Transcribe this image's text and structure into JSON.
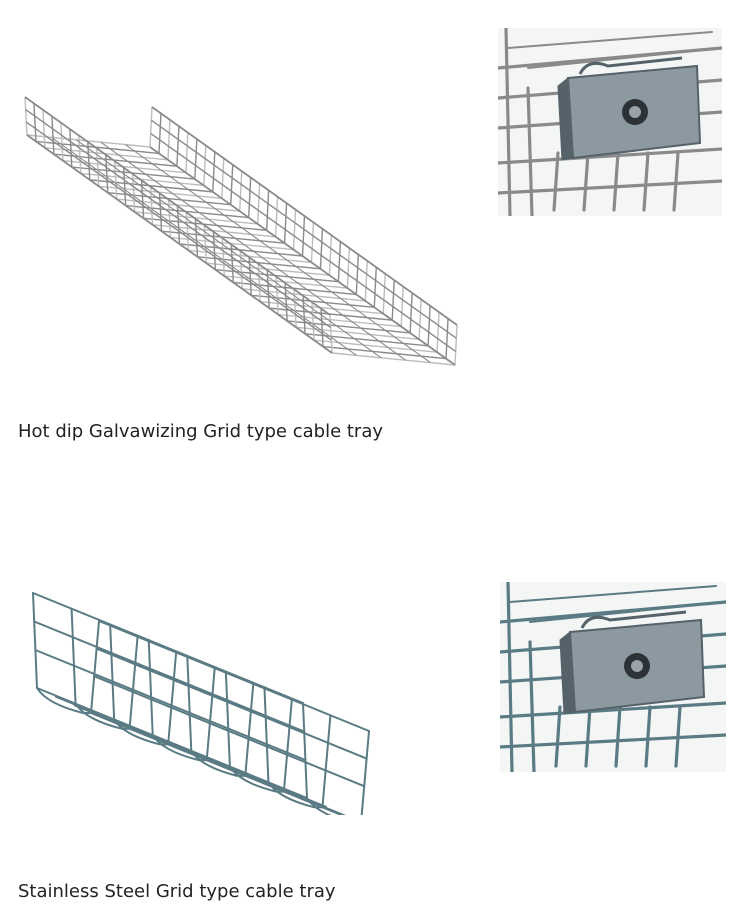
{
  "products": [
    {
      "id": "galvanized",
      "caption": "Hot dip Galvawizing Grid type cable tray",
      "wire_color": "#8a8a8a",
      "accent_color": "#bdbdbd"
    },
    {
      "id": "stainless",
      "caption": "Stainless Steel Grid type cable tray",
      "wire_color": "#5a7b84",
      "accent_color": "#9fb7bd"
    }
  ],
  "colors": {
    "background": "#ffffff",
    "caption_text": "#222222",
    "clamp_plate": "#8d99a0",
    "clamp_dark": "#55626a",
    "bolt": "#2c3236"
  },
  "icons": {
    "tray": "cable-tray-illustration",
    "detail": "splice-clamp-detail"
  }
}
